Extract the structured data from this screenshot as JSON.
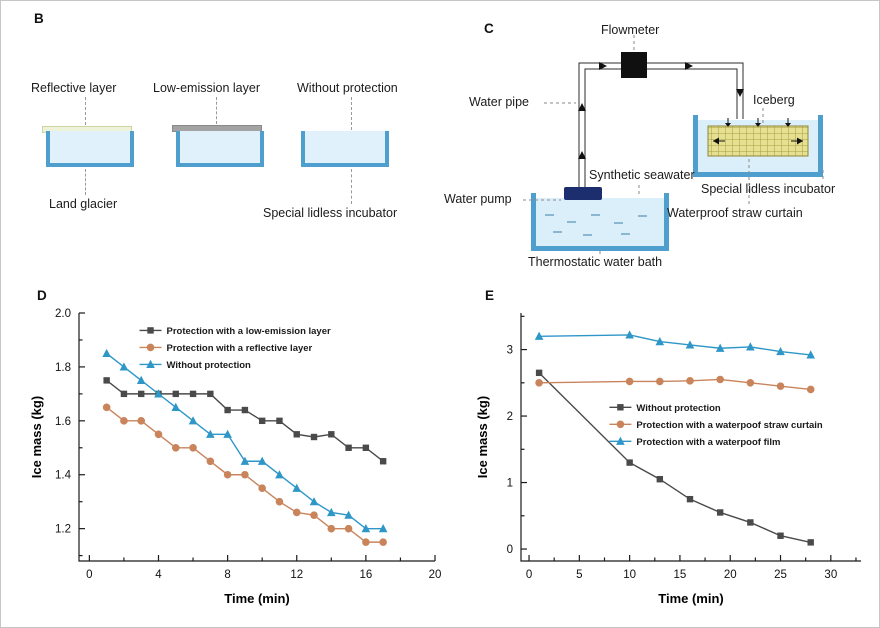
{
  "figure": {
    "panel_b": {
      "label": "B",
      "reflective_layer": "Reflective layer",
      "low_emission_layer": "Low-emission layer",
      "without_protection": "Without protection",
      "land_glacier": "Land glacier",
      "special_lidless_incubator": "Special lidless incubator"
    },
    "panel_c": {
      "label": "C",
      "flowmeter": "Flowmeter",
      "water_pipe": "Water pipe",
      "iceberg": "Iceberg",
      "synthetic_seawater": "Synthetic seawater",
      "special_lidless_incubator": "Special lidless incubator",
      "waterproof_straw_curtain": "Waterproof straw curtain",
      "water_pump": "Water pump",
      "thermostatic_water_bath": "Thermostatic water bath"
    },
    "panel_d": {
      "label": "D"
    },
    "panel_e": {
      "label": "E"
    }
  },
  "colors": {
    "series_gray": "#4a4a4a",
    "series_orange": "#c9845c",
    "series_blue": "#2f97c8",
    "incubator_wall": "#4f9fce",
    "water_fill": "#dbeffa",
    "pump_navy": "#1d2e6e",
    "straw_yellow": "#e6e093"
  },
  "chart_data": [
    {
      "id": "D",
      "type": "line",
      "xlabel": "Time (min)",
      "ylabel": "Ice mass (kg)",
      "xlim": [
        -0.6,
        20
      ],
      "ylim": [
        1.08,
        2.0
      ],
      "xticks": [
        0,
        4,
        8,
        12,
        16,
        20
      ],
      "xtick_labels": [
        "0",
        "4",
        "8",
        "12",
        "16",
        "20"
      ],
      "xminor": [
        2,
        6,
        10,
        14,
        18
      ],
      "yticks": [
        1.2,
        1.4,
        1.6,
        1.8,
        2.0
      ],
      "ytick_labels": [
        "1.2",
        "1.4",
        "1.6",
        "1.8",
        "2.0"
      ],
      "yminor": [
        1.1,
        1.3,
        1.5,
        1.7,
        1.9
      ],
      "grid": false,
      "legend_position": "upper-left-inside",
      "x": [
        1,
        2,
        3,
        4,
        5,
        6,
        7,
        8,
        9,
        10,
        11,
        12,
        13,
        14,
        15,
        16,
        17
      ],
      "series": [
        {
          "name": "Protection with a low-emission layer",
          "marker": "square",
          "color": "#4a4a4a",
          "values": [
            1.75,
            1.7,
            1.7,
            1.7,
            1.7,
            1.7,
            1.7,
            1.64,
            1.64,
            1.6,
            1.6,
            1.55,
            1.54,
            1.55,
            1.5,
            1.5,
            1.45
          ]
        },
        {
          "name": "Protection with a reflective layer",
          "marker": "circle",
          "color": "#c9845c",
          "values": [
            1.65,
            1.6,
            1.6,
            1.55,
            1.5,
            1.5,
            1.45,
            1.4,
            1.4,
            1.35,
            1.3,
            1.26,
            1.25,
            1.2,
            1.2,
            1.15,
            1.15
          ]
        },
        {
          "name": "Without protection",
          "marker": "triangle",
          "color": "#2f97c8",
          "values": [
            1.85,
            1.8,
            1.75,
            1.7,
            1.65,
            1.6,
            1.55,
            1.55,
            1.45,
            1.45,
            1.4,
            1.35,
            1.3,
            1.26,
            1.25,
            1.2,
            1.2
          ]
        }
      ],
      "legend": {
        "x": 0.17,
        "y": 0.05
      }
    },
    {
      "id": "E",
      "type": "line",
      "xlabel": "Time (min)",
      "ylabel": "Ice mass (kg)",
      "xlim": [
        -0.8,
        33
      ],
      "ylim": [
        -0.18,
        3.55
      ],
      "xticks": [
        0,
        5,
        10,
        15,
        20,
        25,
        30
      ],
      "xtick_labels": [
        "0",
        "5",
        "10",
        "15",
        "20",
        "25",
        "30"
      ],
      "xminor": [
        2.5,
        7.5,
        12.5,
        17.5,
        22.5,
        27.5,
        32.5
      ],
      "yticks": [
        0,
        1,
        2,
        3
      ],
      "ytick_labels": [
        "0",
        "1",
        "2",
        "3"
      ],
      "yminor": [
        0.5,
        1.5,
        2.5,
        3.5
      ],
      "grid": false,
      "legend_position": "middle-right-inside",
      "x": [
        1,
        10,
        13,
        16,
        19,
        22,
        25,
        28
      ],
      "series": [
        {
          "name": "Without protection",
          "marker": "square",
          "color": "#4a4a4a",
          "values": [
            2.65,
            1.3,
            1.05,
            0.75,
            0.55,
            0.4,
            0.2,
            0.1
          ]
        },
        {
          "name": "Protection with a waterpoof straw curtain",
          "marker": "circle",
          "color": "#c9845c",
          "values": [
            2.5,
            2.52,
            2.52,
            2.53,
            2.55,
            2.5,
            2.45,
            2.4
          ]
        },
        {
          "name": "Protection with a waterpoof film",
          "marker": "triangle",
          "color": "#2f97c8",
          "values": [
            3.2,
            3.22,
            3.12,
            3.07,
            3.02,
            3.04,
            2.97,
            2.92
          ]
        }
      ],
      "legend": {
        "x": 0.26,
        "y": 0.36
      }
    }
  ]
}
